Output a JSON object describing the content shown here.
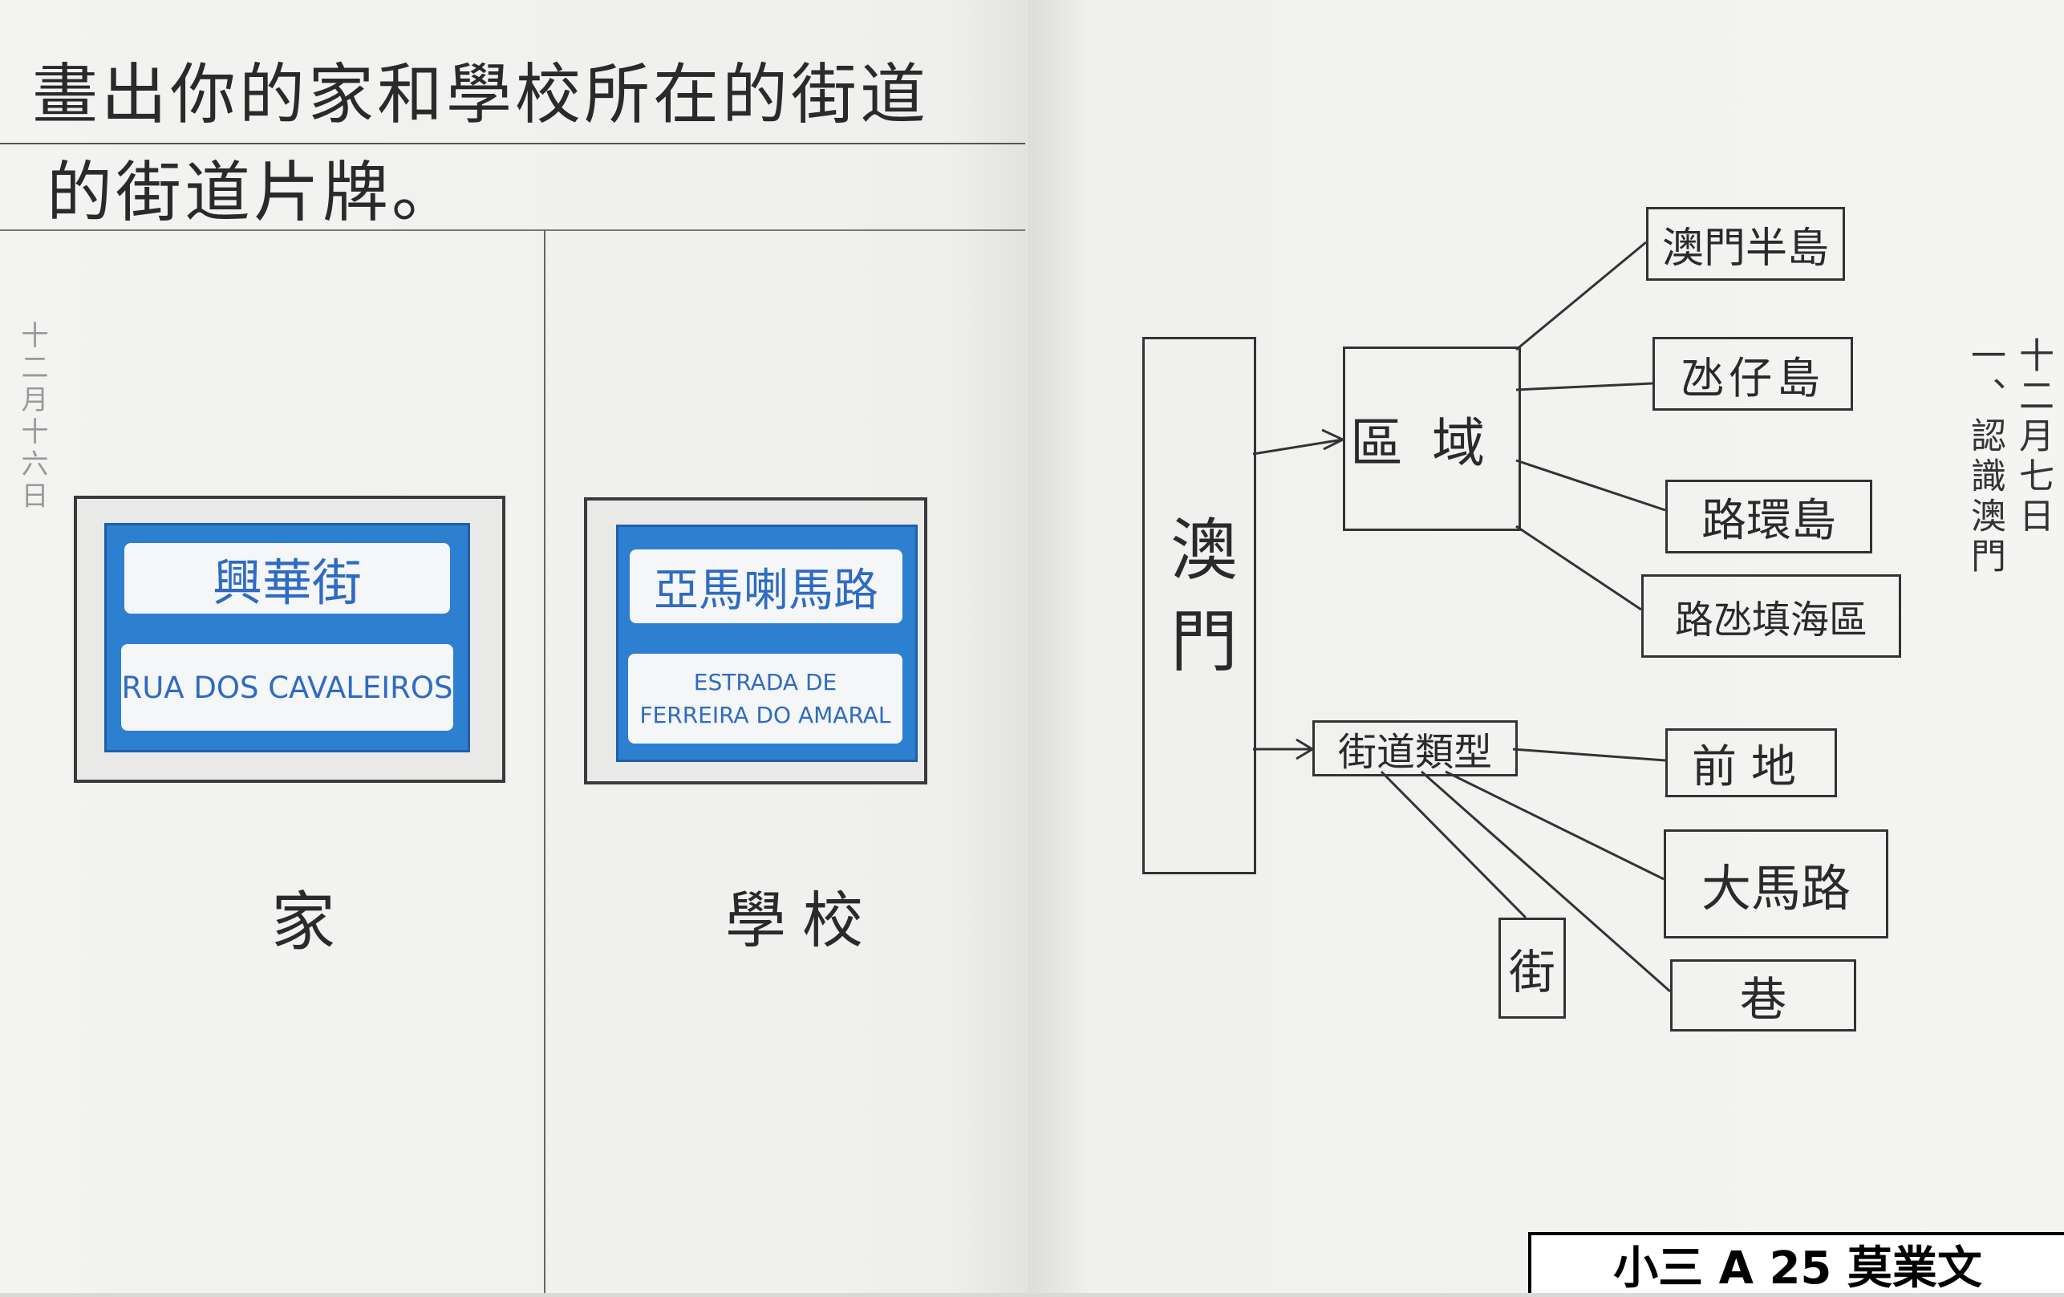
{
  "instruction": {
    "line1": "畫出你的家和學校所在的街道",
    "line2": "的街道片牌。"
  },
  "home": {
    "sign_chinese": "興華街",
    "sign_portuguese": "RUA DOS CAVALEIROS",
    "caption": "家"
  },
  "school": {
    "sign_chinese": "亞馬喇馬路",
    "sign_portuguese_line1": "ESTRADA DE",
    "sign_portuguese_line2": "FERREIRA DO AMARAL",
    "caption": "學校"
  },
  "mindmap": {
    "root": "澳門",
    "branch_region": "區域",
    "regions": [
      "澳門半島",
      "氹仔島",
      "路環島",
      "路氹填海區"
    ],
    "branch_street_type": "街道類型",
    "street_types": [
      "前地",
      "大馬路",
      "巷",
      "街"
    ]
  },
  "date_note": {
    "date": "十二月七日",
    "topic": "一、認識澳門"
  },
  "left_margin_date": "十二月十六日",
  "student_label": "小三 A 25 莫業文",
  "colors": {
    "sign_blue": "#2d7fd0",
    "pencil": "#2a2a2a",
    "paper": "#f2f2f0"
  }
}
